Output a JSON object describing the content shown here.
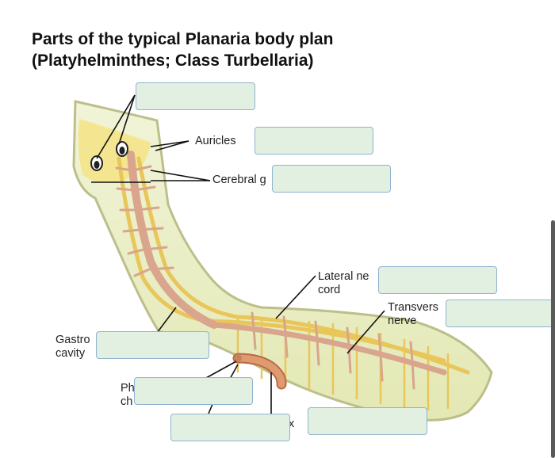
{
  "title": {
    "line1": "Parts of the typical Planaria body plan",
    "line2": "(Platyhelminthes; Class Turbellaria)"
  },
  "labels": {
    "auricles": "Auricles",
    "cerebral": "Cerebral g",
    "lateral_nerve_line1": "Lateral ne",
    "lateral_nerve_line2": "cord",
    "transverse_line1": "Transvers",
    "transverse_line2": "nerve",
    "gastro_line1": "Gastro",
    "gastro_line2": "cavity",
    "pharynx_line1": "Ph",
    "pharynx_line2": "ch",
    "mouth_fragment": "x"
  },
  "answer_boxes": [
    {
      "id": "box-1",
      "value": ""
    },
    {
      "id": "box-2",
      "value": ""
    },
    {
      "id": "box-3",
      "value": ""
    },
    {
      "id": "box-4",
      "value": ""
    },
    {
      "id": "box-5",
      "value": ""
    },
    {
      "id": "box-6",
      "value": ""
    },
    {
      "id": "box-7",
      "value": ""
    },
    {
      "id": "box-8",
      "value": ""
    },
    {
      "id": "box-9",
      "value": ""
    }
  ],
  "colors": {
    "body_fill": "#eef2cf",
    "body_outline": "#bdbf8a",
    "gut": "#d9a58c",
    "nerve": "#e9c65a",
    "pharynx": "#d98a5e",
    "answer_box_fill": "#e2f0e2",
    "answer_box_border": "#8fb3cf"
  }
}
